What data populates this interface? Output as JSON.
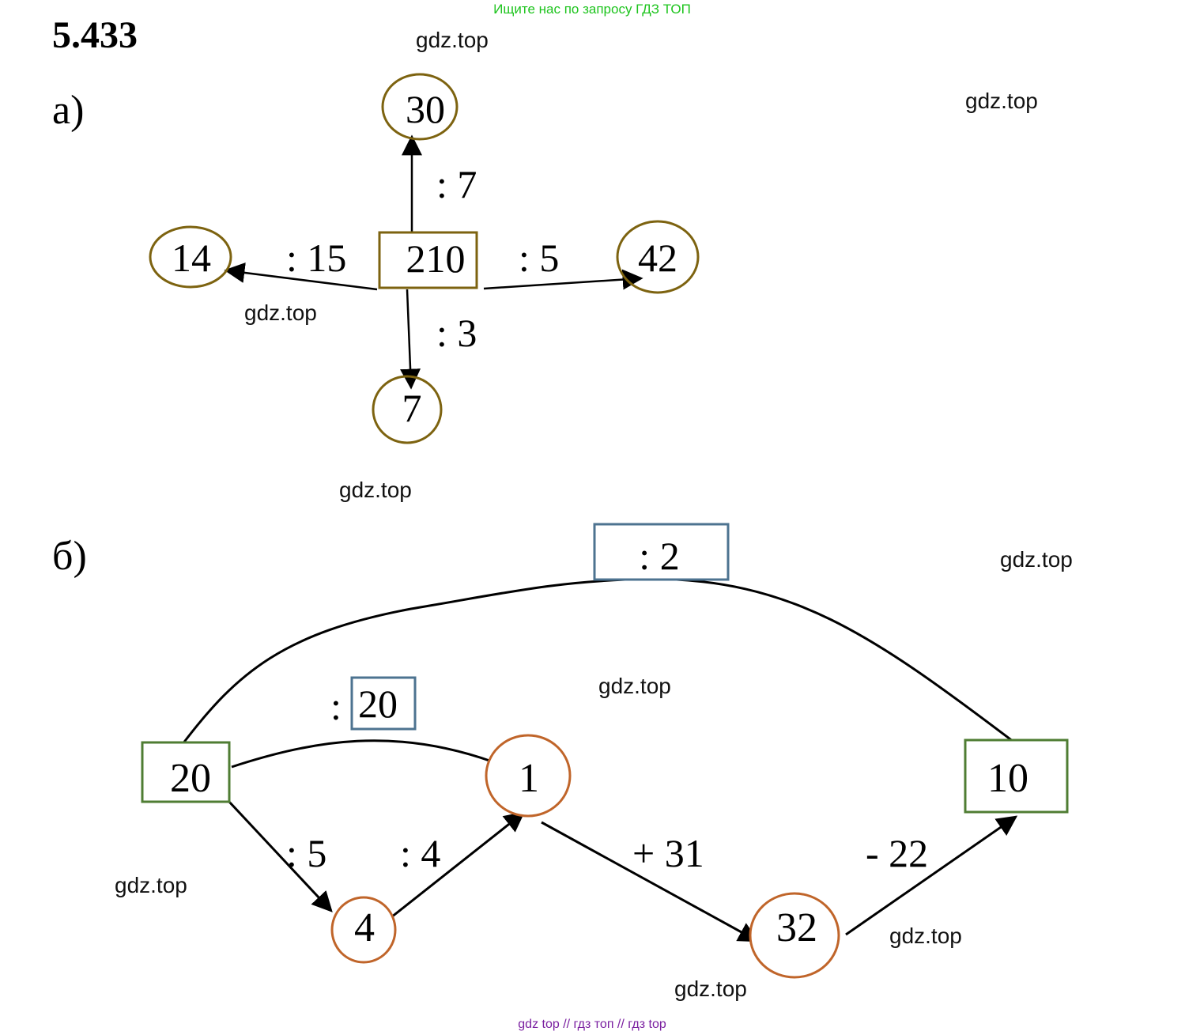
{
  "top_banner": "Ищите нас по запросу ГДЗ ТОП",
  "problem_number": "5.433",
  "watermark": "gdz.top",
  "bottom_banner": "gdz top  //  гдз топ  //  гдз top",
  "colors": {
    "banner_green": "#1dc41d",
    "bottom_purple": "#7a1fa0",
    "part_a_shape": "#7d6310",
    "part_b_box": "#4f7d33",
    "part_b_circle": "#c0652a",
    "part_b_op_box": "#4d7390"
  },
  "part_a": {
    "label": "а)",
    "center": "210",
    "top": "30",
    "left": "14",
    "right": "42",
    "bottom": "7",
    "op_top": ": 7",
    "op_left": ": 15",
    "op_right": ": 5",
    "op_bottom": ": 3"
  },
  "part_b": {
    "label": "б)",
    "start": "20",
    "end": "10",
    "circle_1": "1",
    "circle_4": "4",
    "circle_32": "32",
    "op_top": ": 2",
    "op_colon": ":",
    "op_box_20": "20",
    "op_5": ": 5",
    "op_4": ": 4",
    "op_plus": "+ 31",
    "op_minus": "- 22"
  }
}
